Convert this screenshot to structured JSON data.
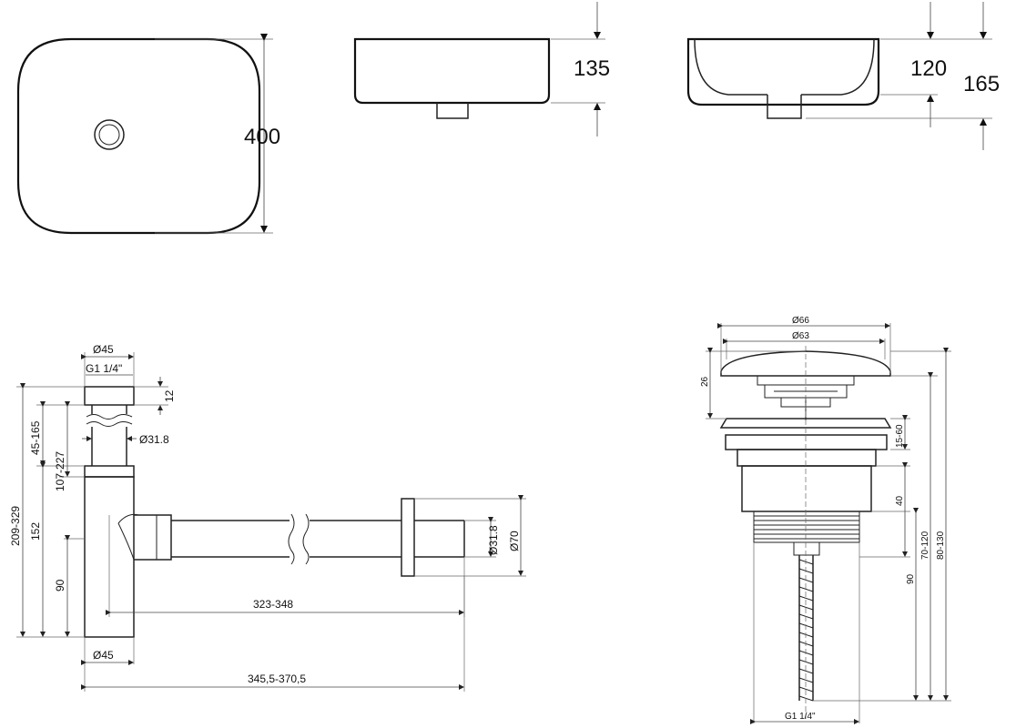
{
  "basin": {
    "top_view_dim": "400",
    "side_view_dim": "135",
    "section_dims": [
      "120",
      "165"
    ]
  },
  "siphon": {
    "dims": {
      "top_diameter": "Ø45",
      "thread": "G1 1/4\"",
      "cap_height": "12",
      "tube_diameter": "Ø31.8",
      "v_45_165": "45-165",
      "v_107_227": "107-227",
      "v_209_329": "209-329",
      "v_152": "152",
      "v_90": "90",
      "outlet_tube": "Ø31.8",
      "flange": "Ø70",
      "h_323_348": "323-348",
      "bottom_diameter": "Ø45",
      "h_345_370": "345,5-370,5"
    }
  },
  "drain": {
    "dims": {
      "d66": "Ø66",
      "d63": "Ø63",
      "h26": "26",
      "h15_60": "15-60",
      "h40": "40",
      "h90": "90",
      "h70_120": "70-120",
      "h80_130": "80-130",
      "thread": "G1 1/4\""
    }
  }
}
